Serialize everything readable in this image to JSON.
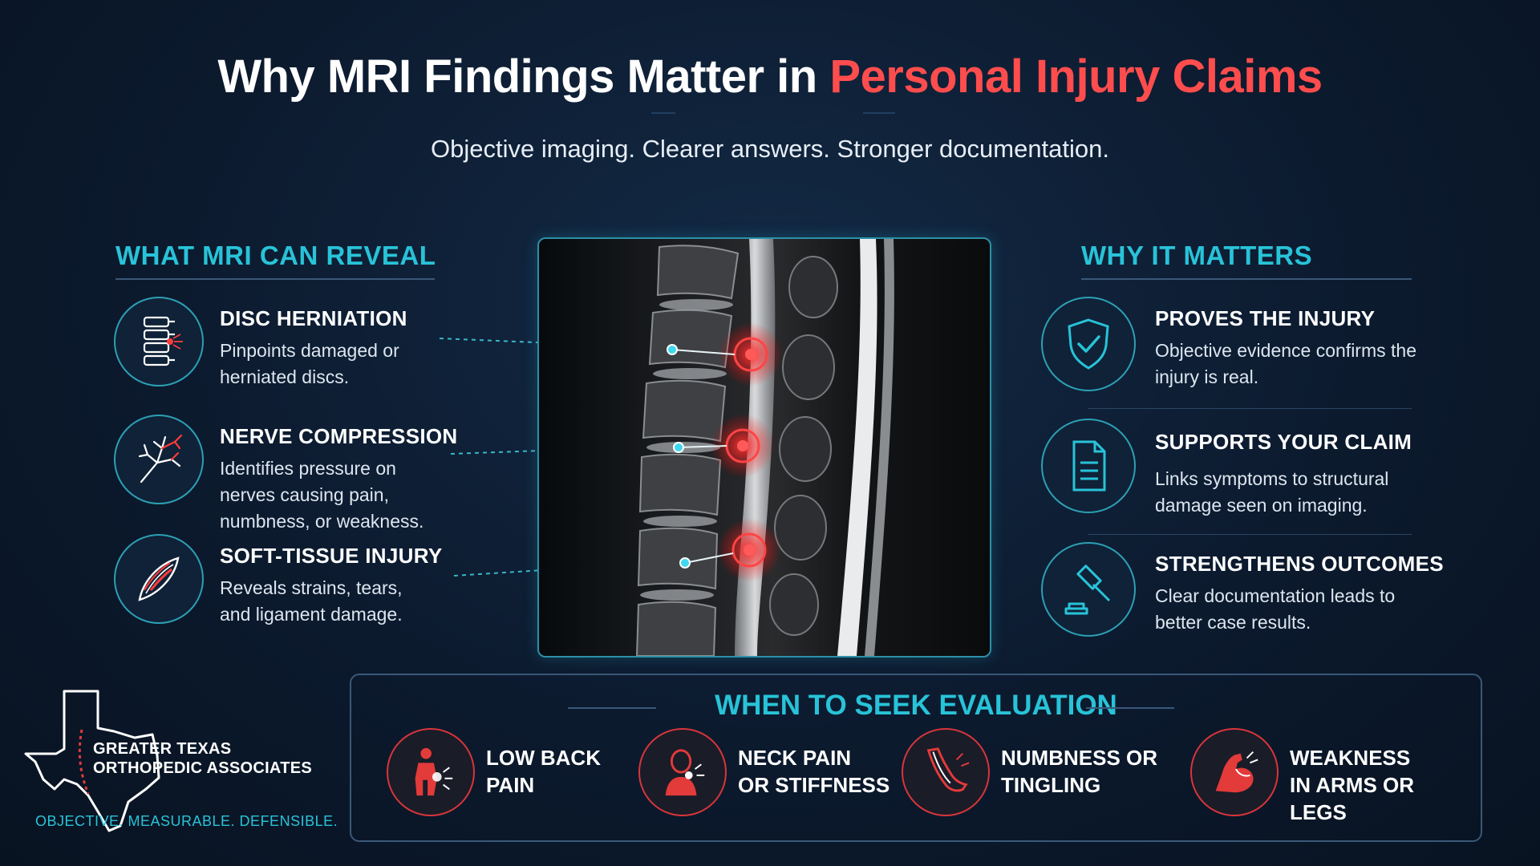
{
  "header": {
    "title_main": "Why MRI Findings Matter in ",
    "title_accent": "Personal Injury Claims",
    "subtitle": "Objective imaging. Clearer answers. Stronger documentation."
  },
  "left": {
    "heading": "WHAT MRI CAN REVEAL",
    "items": [
      {
        "title": "DISC HERNIATION",
        "body": "Pinpoints damaged or herniated discs.",
        "icon": "spine-icon"
      },
      {
        "title": "NERVE COMPRESSION",
        "body": "Identifies pressure on nerves causing pain, numbness, or weakness.",
        "icon": "nerve-icon"
      },
      {
        "title": "SOFT-TISSUE INJURY",
        "body": "Reveals strains, tears, and ligament damage.",
        "icon": "muscle-icon"
      }
    ]
  },
  "right": {
    "heading": "WHY IT MATTERS",
    "items": [
      {
        "title": "PROVES THE INJURY",
        "body": "Objective evidence confirms the injury is real.",
        "icon": "shield-check-icon"
      },
      {
        "title": "SUPPORTS YOUR CLAIM",
        "body": "Links symptoms to structural damage seen on imaging.",
        "icon": "document-icon"
      },
      {
        "title": "STRENGTHENS OUTCOMES",
        "body": "Clear documentation leads to better case results.",
        "icon": "gavel-icon"
      }
    ]
  },
  "evaluation": {
    "heading": "WHEN TO SEEK EVALUATION",
    "symptoms": [
      {
        "line1": "LOW BACK",
        "line2": "PAIN",
        "icon": "back-pain-icon"
      },
      {
        "line1": "NECK PAIN",
        "line2": "OR STIFFNESS",
        "icon": "neck-pain-icon"
      },
      {
        "line1": "NUMBNESS OR",
        "line2": "TINGLING",
        "icon": "arm-nerve-icon"
      },
      {
        "line1": "WEAKNESS",
        "line2": "IN ARMS OR LEGS",
        "icon": "flexed-arm-icon"
      }
    ]
  },
  "brand": {
    "name_line1": "GREATER TEXAS",
    "name_line2": "ORTHOPEDIC ASSOCIATES",
    "tagline": "OBJECTIVE. MEASURABLE. DEFENSIBLE."
  },
  "colors": {
    "accent_red": "#ff4d4d",
    "accent_cyan": "#28c3d8",
    "background": "#0c1a2e"
  }
}
